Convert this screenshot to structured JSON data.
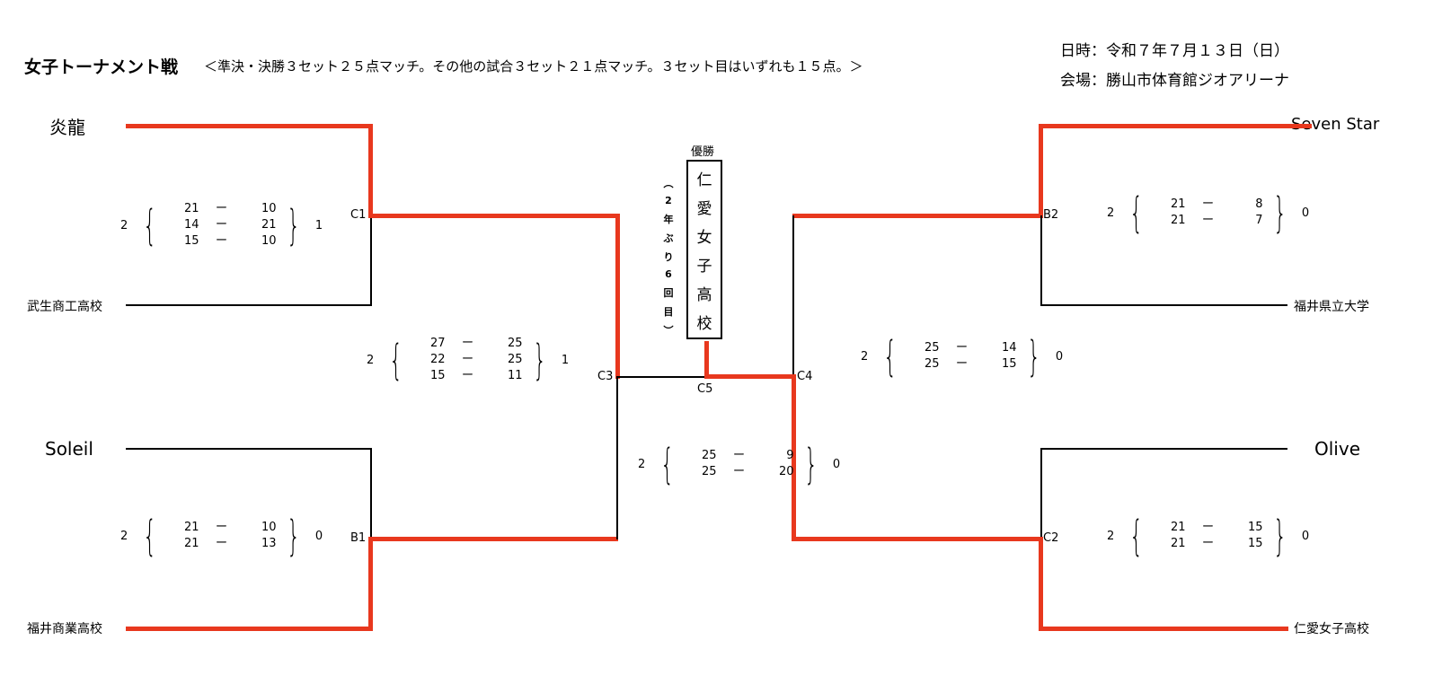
{
  "header": {
    "title": "女子トーナメント戦",
    "rules": "＜準決・決勝３セット２５点マッチ。その他の試合３セット２１点マッチ。３セット目はいずれも１５点。＞",
    "date": "日時：令和７年７月１３日（日）",
    "venue": "会場：勝山市体育館ジオアリーナ"
  },
  "teams": {
    "t1": "炎龍",
    "t2": "武生商工高校",
    "t3": "Soleil",
    "t4": "福井商業高校",
    "t5": "Seven Star",
    "t6": "福井県立大学",
    "t7": "Olive",
    "t8": "仁愛女子高校"
  },
  "matches": {
    "C1": {
      "label": "C1",
      "left": "2",
      "right": "1",
      "sets": [
        [
          "21",
          "10"
        ],
        [
          "14",
          "21"
        ],
        [
          "15",
          "10"
        ]
      ]
    },
    "B1": {
      "label": "B1",
      "left": "2",
      "right": "0",
      "sets": [
        [
          "21",
          "10"
        ],
        [
          "21",
          "13"
        ]
      ]
    },
    "B2": {
      "label": "B2",
      "left": "2",
      "right": "0",
      "sets": [
        [
          "21",
          "8"
        ],
        [
          "21",
          "7"
        ]
      ]
    },
    "C2": {
      "label": "C2",
      "left": "2",
      "right": "0",
      "sets": [
        [
          "21",
          "15"
        ],
        [
          "21",
          "15"
        ]
      ]
    },
    "C3": {
      "label": "C3",
      "left": "2",
      "right": "1",
      "sets": [
        [
          "27",
          "25"
        ],
        [
          "22",
          "25"
        ],
        [
          "15",
          "11"
        ]
      ]
    },
    "C4": {
      "label": "C4",
      "left": "2",
      "right": "0",
      "sets": [
        [
          "25",
          "14"
        ],
        [
          "25",
          "15"
        ]
      ]
    },
    "C5": {
      "label": "C5",
      "left": "2",
      "right": "0",
      "sets": [
        [
          "25",
          "9"
        ],
        [
          "25",
          "20"
        ]
      ]
    }
  },
  "dash": "ー",
  "champion": {
    "title": "優勝",
    "name": [
      "仁",
      "愛",
      "女",
      "子",
      "高",
      "校"
    ],
    "note": [
      "︵",
      "2",
      "年",
      "ぶ",
      "り",
      "6",
      "回",
      "目",
      "︶"
    ]
  },
  "colors": {
    "winner_line": "#e8381e",
    "line": "#000000"
  }
}
